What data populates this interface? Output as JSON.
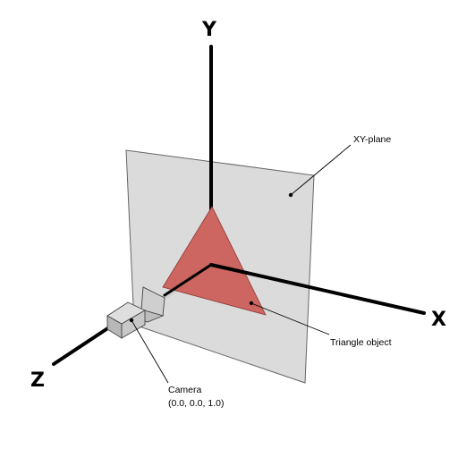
{
  "axes": {
    "x_label": "X",
    "y_label": "Y",
    "z_label": "Z"
  },
  "annotations": {
    "plane": "XY-plane",
    "triangle": "Triangle object",
    "camera": "Camera",
    "camera_position": "(0.0, 0.0, 1.0)"
  },
  "colors": {
    "plane_fill": "#d9d9d9",
    "triangle_fill": "#cd6560",
    "camera_fill": "#c8c8c8",
    "axis": "#000000"
  }
}
